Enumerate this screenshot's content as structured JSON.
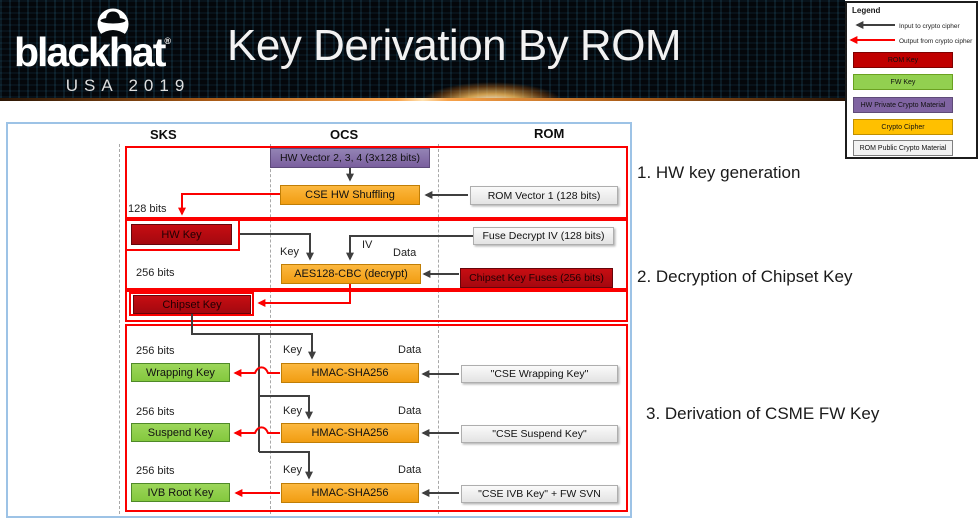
{
  "banner": {
    "logo_text": "blackhat",
    "logo_trademark": "®",
    "logo_sub": "USA 2019",
    "title": "Key Derivation By ROM"
  },
  "legend": {
    "title": "Legend",
    "arrows": [
      {
        "label": "Input to crypto cipher",
        "color": "#2b2b2b"
      },
      {
        "label": "Output from crypto cipher",
        "color": "#fb0000"
      }
    ],
    "swatches": [
      {
        "label": "ROM Key",
        "fill": "#c00000"
      },
      {
        "label": "FW Key",
        "fill": "#92d050"
      },
      {
        "label": "HW Private Crypto Material",
        "fill": "#8064a2"
      },
      {
        "label": "Crypto Cipher",
        "fill": "#ffc000"
      },
      {
        "label": "ROM Public Crypto Material",
        "fill": "#f2f2f2"
      }
    ]
  },
  "diagram": {
    "columns": [
      "SKS",
      "OCS",
      "ROM"
    ],
    "bit_labels": {
      "b128": "128 bits",
      "b256": "256 bits"
    },
    "port_labels": {
      "key": "Key",
      "iv": "IV",
      "data": "Data"
    },
    "nodes": {
      "hw_vector": "HW Vector 2, 3, 4 (3x128 bits)",
      "cse_hw_shuffling": "CSE HW Shuffling",
      "rom_vector": "ROM Vector 1 (128 bits)",
      "hw_key": "HW Key",
      "fuse_decrypt_iv": "Fuse Decrypt IV (128 bits)",
      "aes_cbc": "AES128-CBC (decrypt)",
      "chipset_key_fuses": "Chipset Key Fuses (256 bits)",
      "chipset_key": "Chipset Key",
      "wrapping_key": "Wrapping Key",
      "suspend_key": "Suspend Key",
      "ivb_root_key": "IVB Root Key",
      "hmac_1": "HMAC-SHA256",
      "hmac_2": "HMAC-SHA256",
      "hmac_3": "HMAC-SHA256",
      "cse_wrapping_key": "\"CSE Wrapping Key\"",
      "cse_suspend_key": "\"CSE Suspend Key\"",
      "cse_ivb_key": "\"CSE IVB Key\" + FW SVN"
    },
    "annotations": [
      "1. HW key generation",
      "2. Decryption of Chipset Key",
      "3. Derivation of CSME FW Key"
    ],
    "colors": {
      "group_border": "#fb0000",
      "container_border": "#9dc3e6",
      "rom_key_box": "#c00000",
      "fw_key_box": "#92d050",
      "hw_private_box": "#8064a2",
      "crypto_cipher_box": "#f5a623",
      "rom_public_box": "#f2f2f2",
      "input_arrow": "#3f3f3f",
      "output_arrow": "#fb0000"
    }
  }
}
